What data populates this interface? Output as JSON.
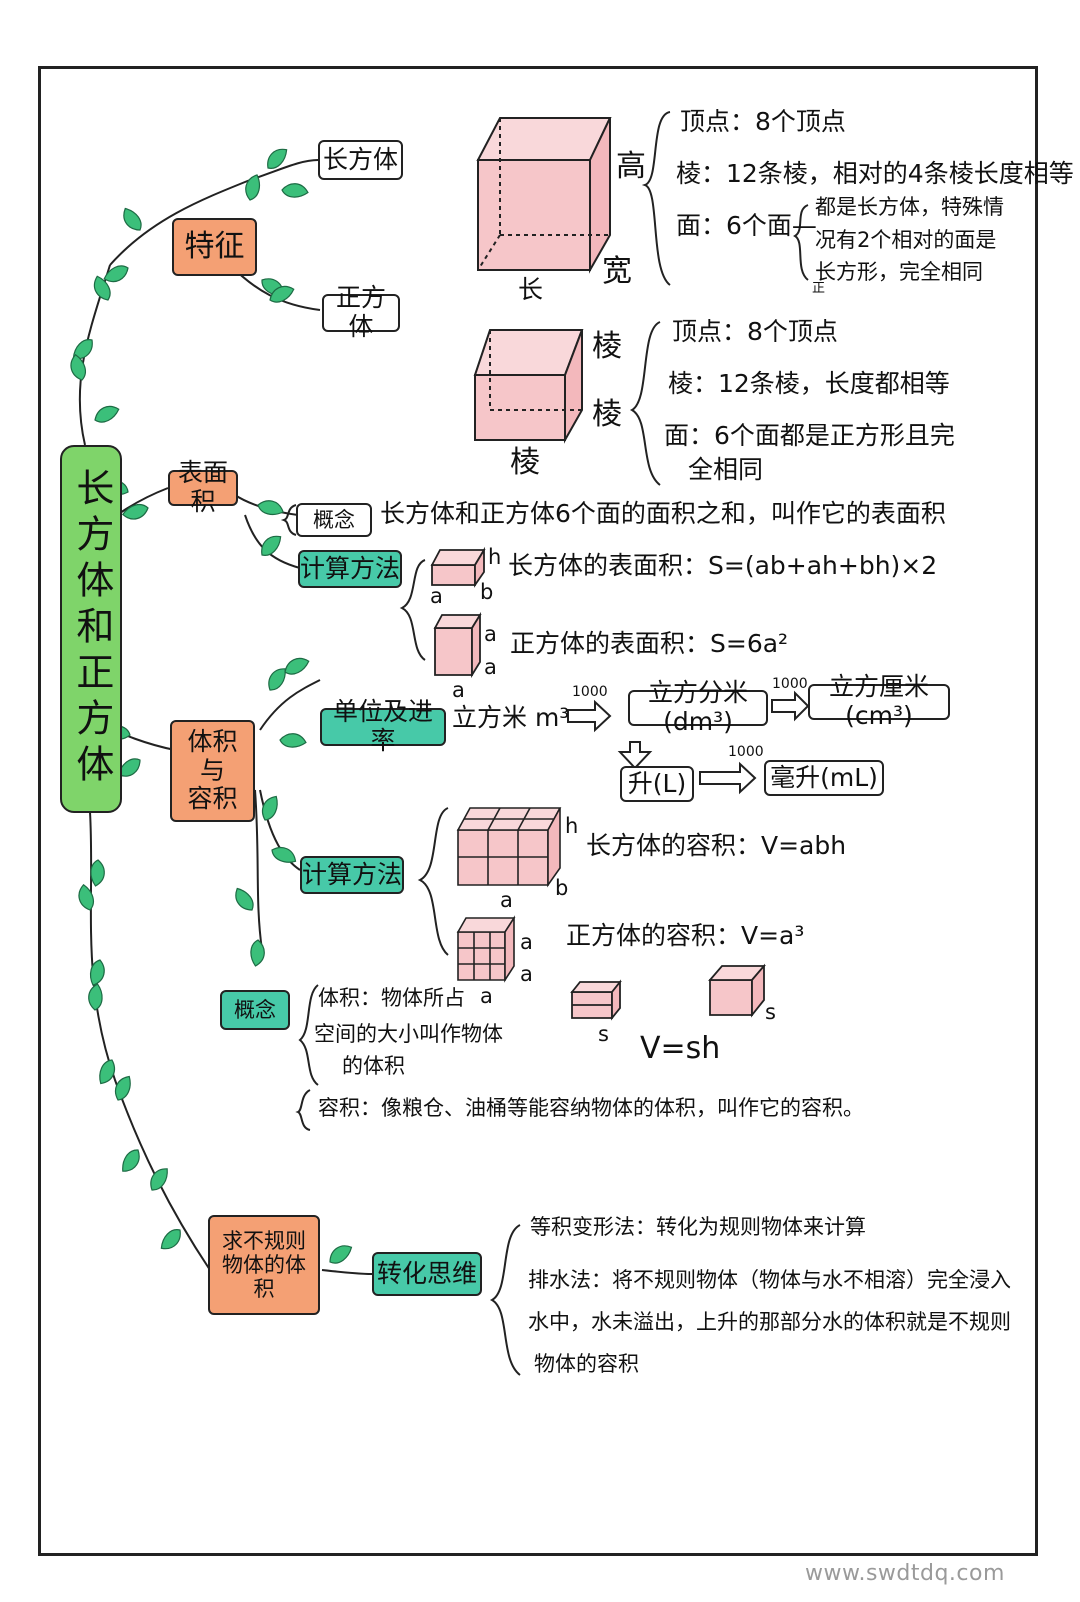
{
  "root": {
    "label": "长方体和正方体"
  },
  "features": {
    "label": "特征",
    "cuboid": {
      "label": "长方体",
      "dim_labels": {
        "height": "高",
        "length": "长",
        "width": "宽"
      },
      "vertices": "顶点：8个顶点",
      "edges": "棱：12条棱，相对的4条棱长度相等",
      "faces_lead": "面：6个面—",
      "faces_desc_lines": [
        "都是长方体，特殊情",
        "况有2个相对的面是",
        "长方形，完全相同"
      ],
      "faces_small_note": "正"
    },
    "cube": {
      "label": "正方体",
      "edge_labels": [
        "棱",
        "棱",
        "棱"
      ],
      "vertices": "顶点：8个顶点",
      "edges": "棱：12条棱，长度都相等",
      "faces_lines": [
        "面：6个面都是正方形且完",
        "全相同"
      ]
    }
  },
  "surface_area": {
    "label": "表面积",
    "concept": {
      "label": "概念",
      "text": "长方体和正方体6个面的面积之和，叫作它的表面积"
    },
    "calc": {
      "label": "计算方法",
      "cuboid_labels": {
        "h": "h",
        "a": "a",
        "b": "b"
      },
      "cuboid_formula": "长方体的表面积：S=(ab+ah+bh)×2",
      "cube_labels": [
        "a",
        "a",
        "a"
      ],
      "cube_formula": "正方体的表面积：S=6a²"
    }
  },
  "volume": {
    "label_lines": [
      "体积",
      "与",
      "容积"
    ],
    "units": {
      "label": "单位及进率",
      "items": [
        "立方米 m³",
        "立方分米(dm³)",
        "立方厘米(cm³)",
        "升(L)",
        "毫升(mL)"
      ],
      "rates": [
        "1000",
        "1000",
        "1000"
      ]
    },
    "calc": {
      "label": "计算方法",
      "cuboid_labels": {
        "h": "h",
        "a": "a",
        "b": "b"
      },
      "cuboid_formula": "长方体的容积：V=abh",
      "cube_labels": [
        "a",
        "a",
        "a"
      ],
      "cube_formula": "正方体的容积：V=a³",
      "prism_labels": [
        "s",
        "s"
      ],
      "general_formula": "V=sh"
    },
    "concept": {
      "label": "概念",
      "volume_lines": [
        "体积：物体所占",
        "空间的大小叫作物体",
        "的体积"
      ],
      "capacity_text": "容积：像粮仓、油桶等能容纳物体的体积，叫作它的容积。"
    }
  },
  "irregular": {
    "label_lines": [
      "求不规则",
      "物体的体",
      "积"
    ],
    "method": {
      "label": "转化思维"
    },
    "items": [
      "等积变形法：转化为规则物体来计算",
      "排水法：将不规则物体（物体与水不相溶）完全浸入",
      "水中，水未溢出，上升的那部分水的体积就是不规则",
      "物体的容积"
    ]
  },
  "watermark": "www.swdtdq.com",
  "colors": {
    "orange": "#f4a074",
    "teal": "#47c9a8",
    "root_green": "#7fd46a",
    "leaf": "#3bbf7a",
    "pink": "#f6c6c9",
    "ink": "#222222"
  }
}
